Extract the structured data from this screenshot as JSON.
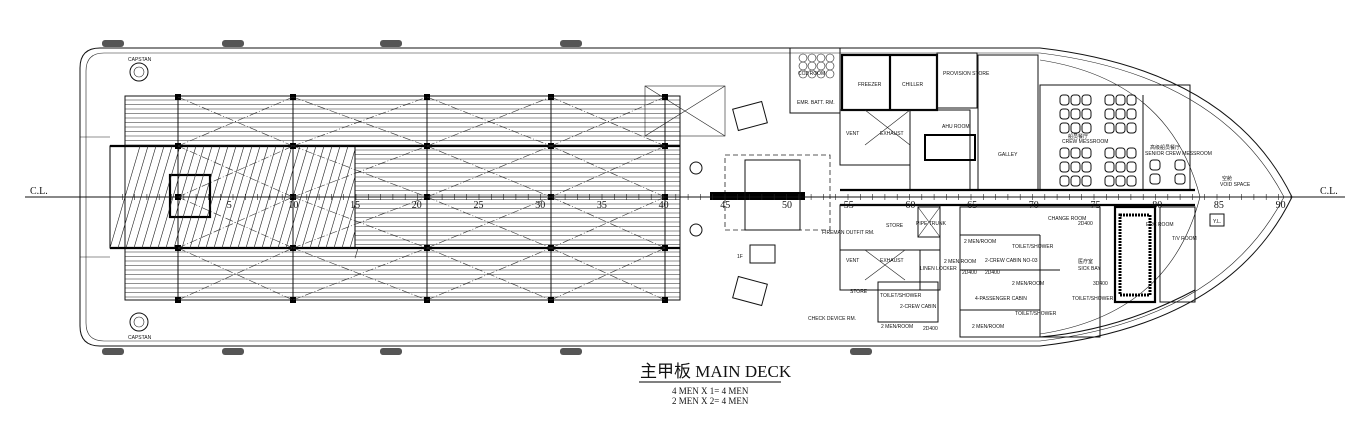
{
  "drawing": {
    "title": "主甲板 MAIN DECK",
    "crew_summary": [
      "4 MEN X 1= 4 MEN",
      "2 MEN X 2= 4 MEN"
    ],
    "centerline_label": "C.L.",
    "frame_numbers": [
      "5",
      "10",
      "15",
      "20",
      "25",
      "30",
      "35",
      "40",
      "45",
      "50",
      "55",
      "60",
      "65",
      "70",
      "75",
      "80",
      "85",
      "90"
    ],
    "deck_equipment": {
      "capstan_port": "CAPSTAN",
      "capstan_stbd": "CAPSTAN",
      "ladder_label": "1F",
      "yl_mark": "Y.L."
    },
    "rooms": {
      "co2_room": "CO2 ROOM",
      "emr_batt": "EMR. BATT. RM.",
      "freezer": "FREEZER",
      "chiller": "CHILLER",
      "provision_store": "PROVISION STORE",
      "ahu_room": "AHU ROOM",
      "galley": "GALLEY",
      "vent_1": "VENT",
      "exhaust_1": "EXHAUST",
      "crew_messroom": "CREW MESSROOM",
      "crew_messroom_cn": "船员餐厅",
      "senior_messroom": "SENIOR CREW MESSROOM",
      "senior_messroom_cn": "高级船员餐厅",
      "void_space": "VOID SPACE",
      "void_space_cn": "空舱",
      "fireman_outfit": "FIREMAN OUTFIT RM.",
      "store_1": "STORE",
      "pipe_trunk": "PIPE TRUNK",
      "vent_2": "VENT",
      "exhaust_2": "EXHAUST",
      "linen_locker": "LINEN LOCKER",
      "store_2": "STORE",
      "check_device": "CHECK DEVICE RM.",
      "toilet_shower_1": "TOILET/SHOWER",
      "toilet_shower_2": "TOILET/SHOWER",
      "toilet_shower_3": "TOILET/SHOWER",
      "toilet_shower_4": "TOILET/SHOWER",
      "crew_cabin_1": "2-CREW CABIN",
      "crew_cabin_2": "2-CREW CABIN NO-03",
      "passenger_cabin": "4-PASSENGER CABIN",
      "sick_bay": "SICK BAY",
      "sick_bay_cn": "医疗室",
      "change_room": "CHANGE ROOM",
      "erc_room": "ERC ROOM",
      "tv_room": "T/V ROOM",
      "men_room_1": "2 MEN/ROOM",
      "men_room_2": "2 MEN/ROOM",
      "men_room_3": "2 MEN/ROOM",
      "men_room_4": "2 MEN/ROOM",
      "men_room_5": "2 MEN/ROOM",
      "locker_1": "2D400",
      "locker_2": "2D400",
      "locker_3": "2D400",
      "locker_4": "3D400",
      "locker_5": "2D400"
    }
  }
}
